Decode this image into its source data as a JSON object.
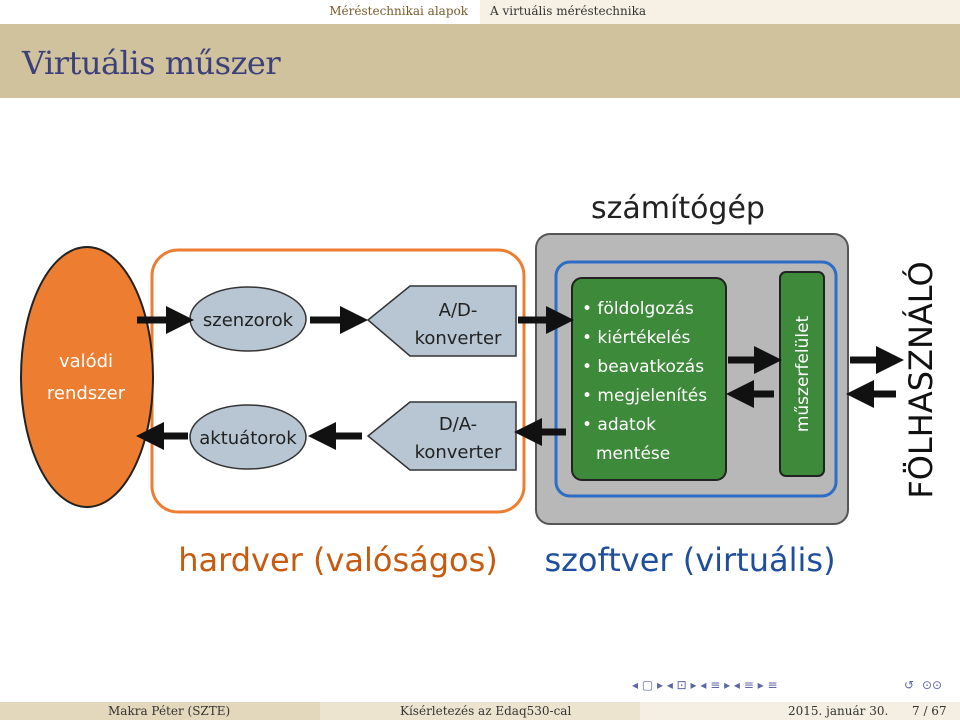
{
  "header": {
    "section": "Méréstechnikai alapok",
    "subsection": "A virtuális méréstechnika",
    "frame_title": "Virtuális műszer"
  },
  "diagram": {
    "computer_label": "számítógép",
    "real_system": [
      "valódi",
      "rendszer"
    ],
    "sensors": "szenzorok",
    "actuators": "aktuátorok",
    "ad_converter": [
      "A/D-",
      "konverter"
    ],
    "da_converter": [
      "D/A-",
      "konverter"
    ],
    "software_functions": [
      "• földolgozás",
      "• kiértékelés",
      "• beavatkozás",
      "• megjelenítés",
      "• adatok",
      "mentése"
    ],
    "instrument_panel": "műszerfelület",
    "user": "FÖLHASZNÁLÓ",
    "hardware_caption": "hardver (valóságos)",
    "software_caption": "szoftver (virtuális)"
  },
  "colors": {
    "orange": "#ed7d31",
    "green": "#3e8a3b",
    "blue": "#2e6dc6",
    "gray": "#b8b8b8",
    "ellipse": "#b8c6d3",
    "caption_blue": "#1f4f9c",
    "caption_orange": "#c55a11"
  },
  "footer": {
    "author": "Makra Péter  (SZTE)",
    "talk": "Kísérletezés az Edaq530-cal",
    "date": "2015. január 30.",
    "page": "7 / 67"
  },
  "icons": [
    "beamer-nav-arrows-icon",
    "search-icon",
    "loop-icon"
  ]
}
